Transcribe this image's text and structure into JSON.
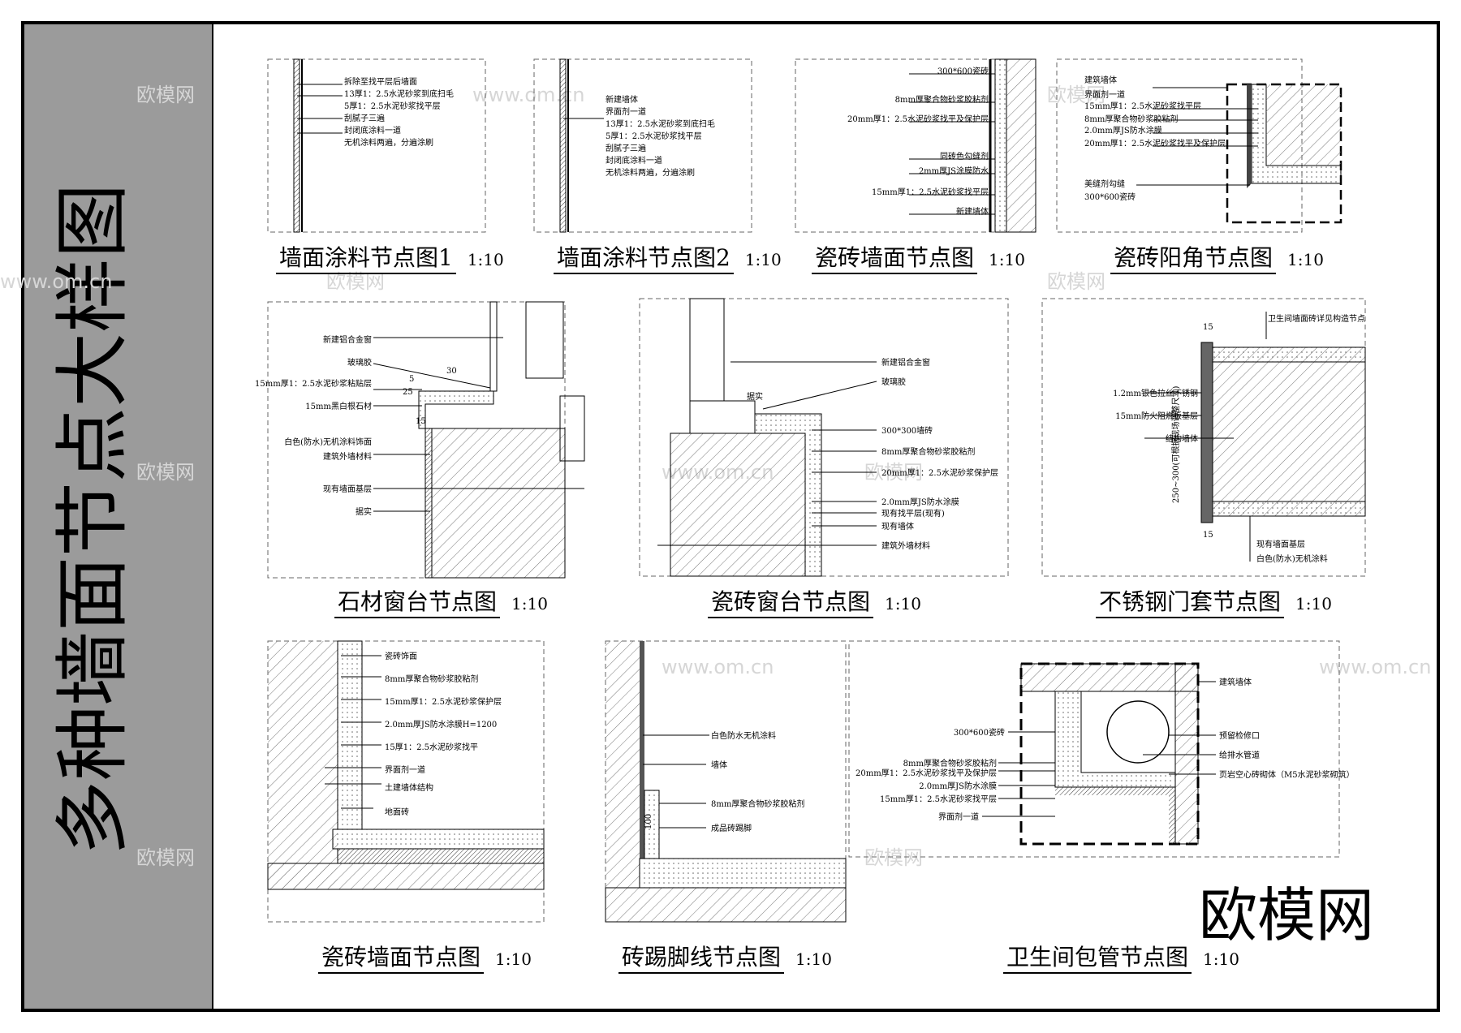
{
  "sheet_title": "多种墙面节点大样图",
  "watermark": "欧模网",
  "watermark_small": "www.om.cn",
  "details": [
    {
      "title": "墙面涂料节点图1",
      "scale": "1:10",
      "labels": [
        "拆除至找平层后墙面",
        "13厚1：2.5水泥砂浆到底扫毛",
        "5厚1：2.5水泥砂浆找平层",
        "刮腻子三遍",
        "封闭底涂料一道",
        "无机涂料两遍，分遍涂刷"
      ]
    },
    {
      "title": "墙面涂料节点图2",
      "scale": "1:10",
      "labels": [
        "新建墙体",
        "界面剂一道",
        "13厚1：2.5水泥砂浆到底扫毛",
        "5厚1：2.5水泥砂浆找平层",
        "刮腻子三遍",
        "封闭底涂料一道",
        "无机涂料两遍，分遍涂刷"
      ]
    },
    {
      "title": "瓷砖墙面节点图",
      "scale": "1:10",
      "labels": [
        "300*600瓷砖",
        "8mm厚聚合物砂浆胶粘剂",
        "20mm厚1：2.5水泥砂浆找平及保护层",
        "同砖色勾缝剂",
        "2mm厚JS涂膜防水",
        "15mm厚1：2.5水泥砂浆找平层",
        "新建墙体"
      ]
    },
    {
      "title": "瓷砖阳角节点图",
      "scale": "1:10",
      "labels": [
        "建筑墙体",
        "界面剂一道",
        "15mm厚1：2.5水泥砂浆找平层",
        "8mm厚聚合物砂浆胶粘剂",
        "2.0mm厚JS防水涂膜",
        "20mm厚1：2.5水泥砂浆找平及保护层",
        "美缝剂勾缝",
        "300*600瓷砖"
      ]
    },
    {
      "title": "石材窗台节点图",
      "scale": "1:10",
      "labels": [
        "新建铝合金窗",
        "玻璃胶",
        "15mm厚1：2.5水泥砂浆粘贴层",
        "15mm黑白根石材",
        "白色(防水)无机涂料饰面",
        "建筑外墙材料",
        "现有墙面基层",
        "据实",
        "30",
        "25",
        "5",
        "15"
      ]
    },
    {
      "title": "瓷砖窗台节点图",
      "scale": "1:10",
      "labels": [
        "新建铝合金窗",
        "玻璃胶",
        "300*300墙砖",
        "8mm厚聚合物砂浆胶粘剂",
        "20mm厚1：2.5水泥砂浆保护层",
        "2.0mm厚JS防水涂膜",
        "现有找平层(现有)",
        "现有墙体",
        "建筑外墙材料",
        "据实"
      ]
    },
    {
      "title": "不锈钢门套节点图",
      "scale": "1:10",
      "labels": [
        "卫生间墙面砖详见构造节点",
        "1.2mm银色拉丝不锈钢",
        "15mm防火阻燃板基层",
        "结构墙体",
        "现有墙面基层",
        "白色(防水)无机涂料",
        "250~300(可根据现场调整尺寸)",
        "15",
        "15"
      ]
    },
    {
      "title": "瓷砖墙面节点图",
      "scale": "1:10",
      "labels": [
        "瓷砖饰面",
        "8mm厚聚合物砂浆胶粘剂",
        "15mm厚1：2.5水泥砂浆保护层",
        "2.0mm厚JS防水涂膜H=1200",
        "15厚1：2.5水泥砂浆找平",
        "界面剂一道",
        "土建墙体结构",
        "地面砖"
      ]
    },
    {
      "title": "砖踢脚线节点图",
      "scale": "1:10",
      "labels": [
        "白色防水无机涂料",
        "墙体",
        "8mm厚聚合物砂浆胶粘剂",
        "成品砖踢脚",
        "100"
      ]
    },
    {
      "title": "卫生间包管节点图",
      "scale": "1:10",
      "labels": [
        "建筑墙体",
        "300*600瓷砖",
        "预留检修口",
        "给排水管道",
        "8mm厚聚合物砂浆胶粘剂",
        "20mm厚1：2.5水泥砂浆找平及保护层",
        "页岩空心砖砌体（M5水泥砂浆砌筑）",
        "2.0mm厚JS防水涂膜",
        "15mm厚1：2.5水泥砂浆找平层",
        "界面剂一道"
      ]
    }
  ]
}
